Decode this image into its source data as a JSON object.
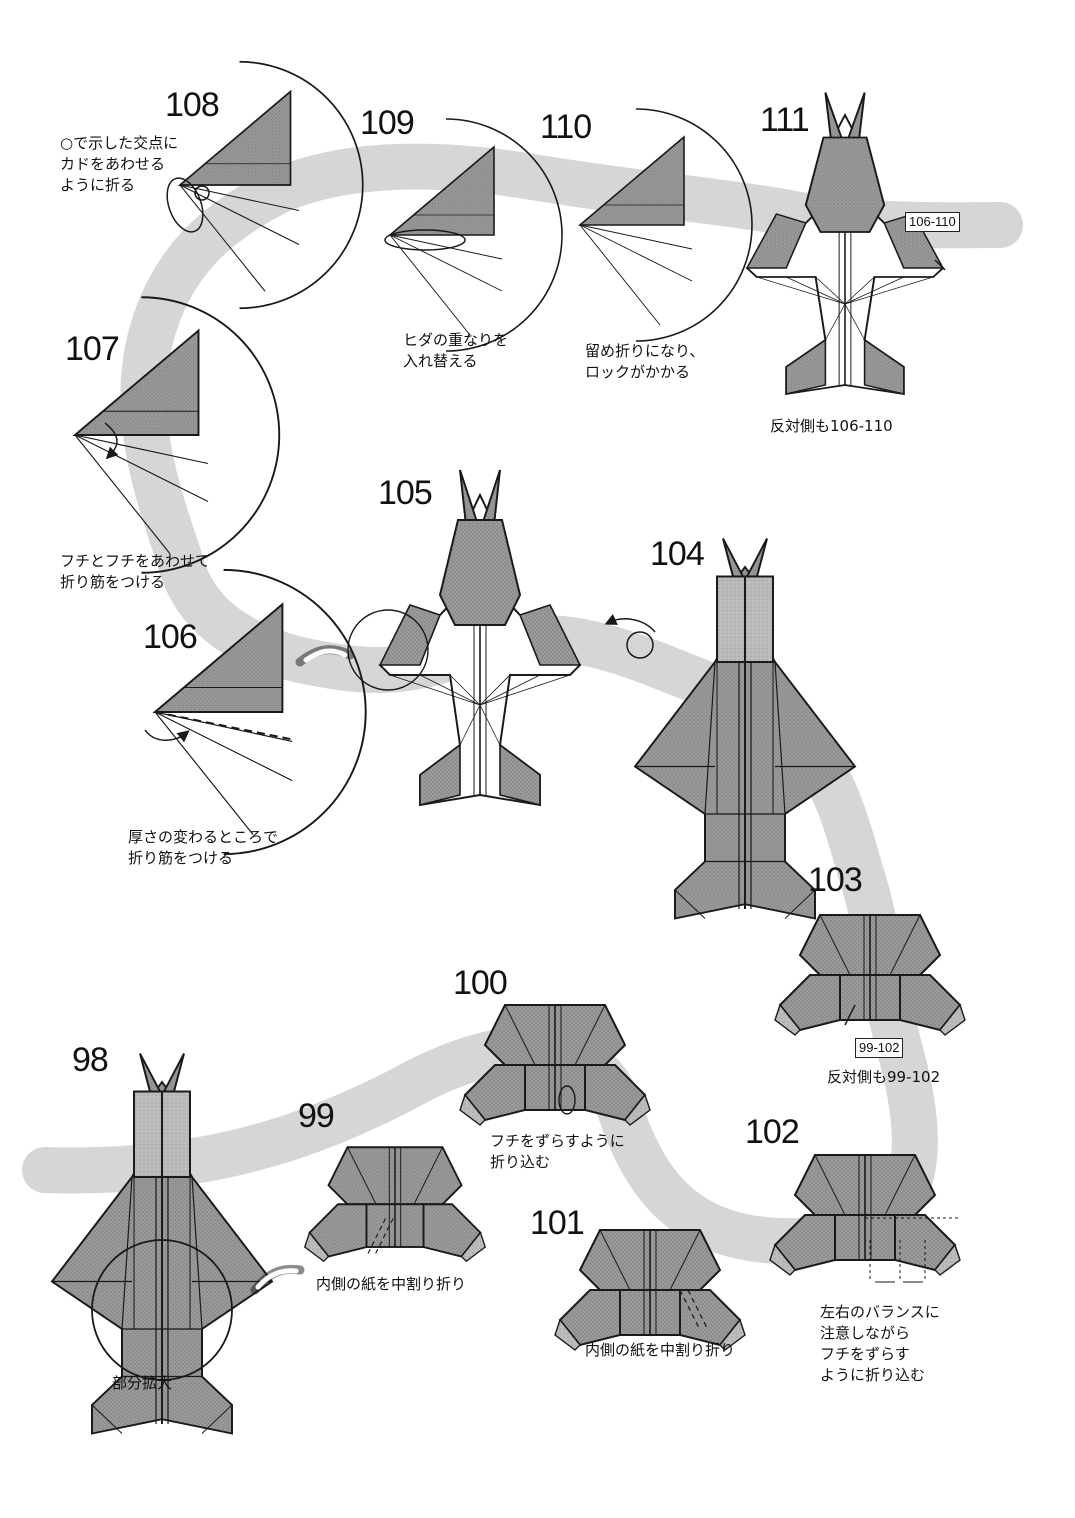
{
  "colors": {
    "path_band": "#d6d6d6",
    "paper": "#8f8f8f",
    "paper_light": "#b9b9b9",
    "line": "#1a1a1a"
  },
  "steps": {
    "s98": {
      "number": "98",
      "caption": [
        "部分拡大"
      ]
    },
    "s99": {
      "number": "99",
      "caption": [
        "内側の紙を中割り折り"
      ]
    },
    "s100": {
      "number": "100",
      "caption": [
        "フチをずらすように",
        "折り込む"
      ]
    },
    "s101": {
      "number": "101",
      "caption": [
        "内側の紙を中割り折り"
      ]
    },
    "s102": {
      "number": "102",
      "caption": [
        "左右のバランスに",
        "注意しながら",
        "フチをずらす",
        "ように折り込む"
      ]
    },
    "s103": {
      "number": "103",
      "ref": "99-102",
      "caption": [
        "反対側も99-102"
      ]
    },
    "s104": {
      "number": "104"
    },
    "s105": {
      "number": "105"
    },
    "s106": {
      "number": "106",
      "caption": [
        "厚さの変わるところで",
        "折り筋をつける"
      ]
    },
    "s107": {
      "number": "107",
      "caption": [
        "フチとフチをあわせて",
        "折り筋をつける"
      ]
    },
    "s108": {
      "number": "108",
      "caption": [
        "○で示した交点に",
        "カドをあわせる",
        "ように折る"
      ]
    },
    "s109": {
      "number": "109",
      "caption": [
        "ヒダの重なりを",
        "入れ替える"
      ]
    },
    "s110": {
      "number": "110",
      "caption": [
        "留め折りになり、",
        "ロックがかかる"
      ]
    },
    "s111": {
      "number": "111",
      "ref": "106-110",
      "caption": [
        "反対側も106-110"
      ]
    }
  }
}
